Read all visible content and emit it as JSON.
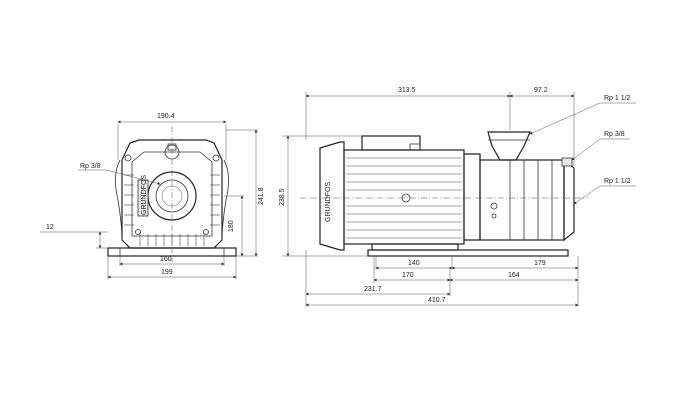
{
  "front_view": {
    "dim_top_width": "190.4",
    "dim_base_inner": "160",
    "dim_base_outer": "199",
    "dim_height_total": "241.8",
    "dim_height_shaft": "180",
    "dim_foot": "12",
    "label_port": "Rp 3/8"
  },
  "side_view": {
    "dim_motor_length": "313.5",
    "dim_pump_length": "97.2",
    "dim_height": "238.5",
    "dim_140": "140",
    "dim_170": "170",
    "dim_179": "179",
    "dim_164": "164",
    "dim_231": "231.7",
    "dim_total": "410.7",
    "label_suction": "Rp 1 1/2",
    "label_vent": "Rp 3/8",
    "label_discharge": "Rp 1 1/2"
  },
  "branding": {
    "brand_text": "GRUNDFOS"
  }
}
